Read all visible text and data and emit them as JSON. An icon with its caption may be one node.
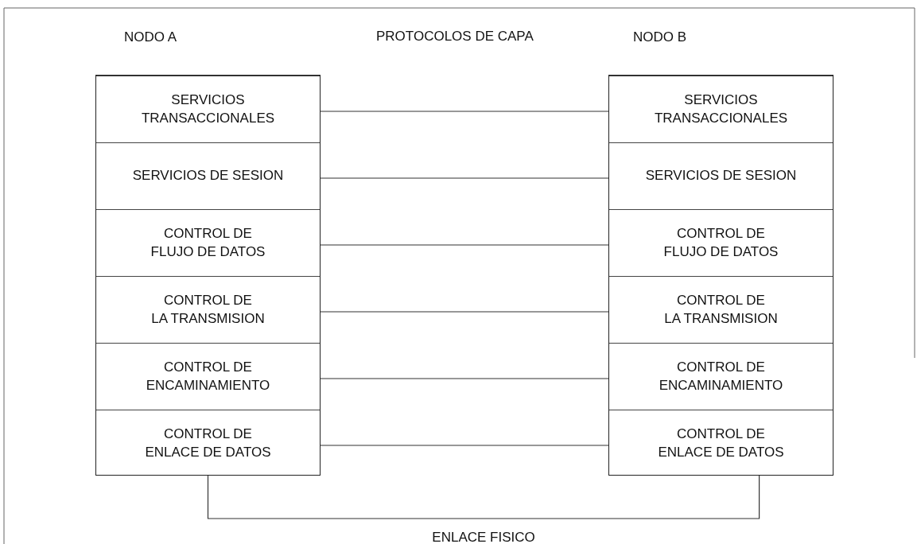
{
  "diagram": {
    "nodes": [
      {
        "text": [
          "NODO A"
        ]
      },
      {
        "text": [
          "SERVICIOS TRANSACCIONALES"
        ],
        "in": 0
      },
      {
        "text": [
          "SERVICIOS DE SESION"
        ],
        "in": 0
      },
      {
        "text": [
          "CONTROL DE FLUJO DE DATOS"
        ],
        "in": 0
      },
      {
        "text": [
          "CONTROL DE LA TRANSMISION"
        ],
        "in": 0
      },
      {
        "text": [
          "CONTROL DE ENCAMINAMIENTO"
        ],
        "in": 0
      },
      {
        "text": [
          "CONTROL DE ENLACE DE DATOS"
        ],
        "in": 0
      },
      {
        "text": [
          "NODO B"
        ]
      },
      {
        "text": [
          "SERVICIOS TRANSACCIONALES"
        ],
        "in": 7
      },
      {
        "text": [
          "SERVICIOS DE SESION"
        ],
        "in": 7
      },
      {
        "text": [
          "CONTROL DE FLUJO DE DATOS"
        ],
        "in": 7
      },
      {
        "text": [
          "CONTROL DE LA TRANSMISION"
        ],
        "in": 7
      },
      {
        "text": [
          "CONTROL DE ENCAMINAMIENTO"
        ],
        "in": 7
      },
      {
        "text": [
          "CONTROL DE ENLACE DE DATOS"
        ],
        "in": 7
      }
    ],
    "edges": [
      {
        "from": 1,
        "to": 8,
        "arrow": "none"
      },
      {
        "from": 2,
        "to": 9,
        "arrow": "none"
      },
      {
        "from": 3,
        "to": 10,
        "arrow": "none"
      },
      {
        "from": 4,
        "to": 11,
        "arrow": "none"
      },
      {
        "from": 5,
        "to": 12,
        "arrow": "none"
      },
      {
        "from": 6,
        "to": 13,
        "arrow": "none"
      },
      {
        "from": 0,
        "to": 7,
        "arrow": "none",
        "label": "ENLACE FISICO"
      }
    ],
    "labels": [
      "PROTOCOLOS DE CAPA"
    ]
  }
}
